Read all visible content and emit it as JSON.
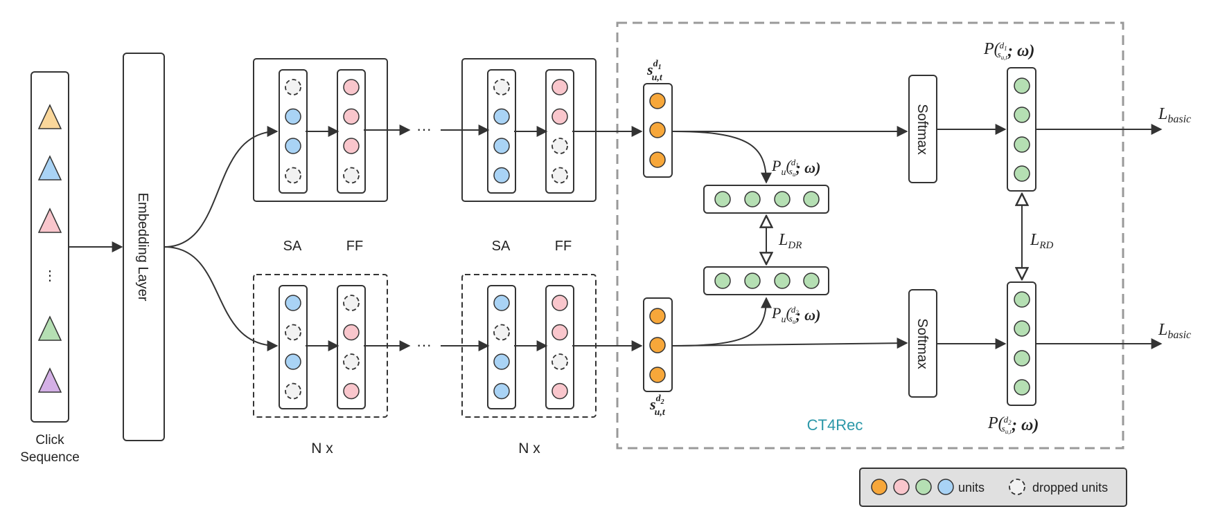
{
  "input": {
    "label_line1": "Click",
    "label_line2": "Sequence",
    "ellipsis": "⋮",
    "triangle_colors": [
      "#fad79b",
      "#a9d3f5",
      "#f9c6cc",
      "#b5dfb3",
      "#d4b0e6"
    ]
  },
  "embedding": {
    "label": "Embedding Layer"
  },
  "blocks": {
    "sa_label": "SA",
    "ff_label": "FF",
    "repeat_label": "N x",
    "ellipsis": "···",
    "top_row": {
      "block1": {
        "sa": [
          "dropped",
          "blue",
          "blue",
          "dropped"
        ],
        "ff": [
          "pink",
          "pink",
          "pink",
          "dropped"
        ]
      },
      "block2": {
        "sa": [
          "dropped",
          "blue",
          "blue",
          "blue"
        ],
        "ff": [
          "pink",
          "pink",
          "dropped",
          "dropped"
        ]
      }
    },
    "bottom_row": {
      "block1": {
        "sa": [
          "blue",
          "dropped",
          "blue",
          "dropped"
        ],
        "ff": [
          "dropped",
          "pink",
          "dropped",
          "pink"
        ]
      },
      "block2": {
        "sa": [
          "blue",
          "dropped",
          "blue",
          "blue"
        ],
        "ff": [
          "pink",
          "pink",
          "dropped",
          "pink"
        ]
      }
    }
  },
  "ct4rec": {
    "title": "CT4Rec",
    "softmax_label": "Softmax",
    "s_top": {
      "base": "s",
      "sub": "u,t",
      "sup": "d",
      "sup_sub": "1"
    },
    "s_bottom": {
      "base": "s",
      "sub": "u,t",
      "sup": "d",
      "sup_sub": "2"
    },
    "pu_top": {
      "base": "P",
      "sub": "u",
      "arg_sup": "d",
      "arg_sup_sub": "1",
      "arg_base": "s",
      "arg_sub": "u",
      "rest": "; ω)"
    },
    "pu_bottom": {
      "base": "P",
      "sub": "u",
      "arg_sup": "d",
      "arg_sup_sub": "2",
      "arg_base": "s",
      "arg_sub": "u",
      "rest": "; ω)"
    },
    "p_top": {
      "base": "P",
      "arg_sup": "d",
      "arg_sup_sub": "1",
      "arg_base": "s",
      "arg_sub": "u,t",
      "rest": "; ω)"
    },
    "p_bottom": {
      "base": "P",
      "arg_sup": "d",
      "arg_sup_sub": "2",
      "arg_base": "s",
      "arg_sub": "u,t",
      "rest": "; ω)"
    },
    "loss_dr": {
      "base": "L",
      "sub": "DR"
    },
    "loss_rd": {
      "base": "L",
      "sub": "RD"
    },
    "loss_basic": {
      "base": "L",
      "sub": "basic"
    }
  },
  "legend": {
    "units_label": "units",
    "dropped_label": "dropped units",
    "unit_colors": [
      "#f7a73a",
      "#f9c6cc",
      "#b5dfb3",
      "#a9d3f5"
    ]
  },
  "colors": {
    "orange": "#f7a73a",
    "pink": "#f9c6cc",
    "green": "#b5dfb3",
    "blue": "#a9d3f5",
    "dropped_fill": "#f2f2f2",
    "accent_text": "#2a97a8",
    "legend_bg": "#e0e0e0"
  }
}
